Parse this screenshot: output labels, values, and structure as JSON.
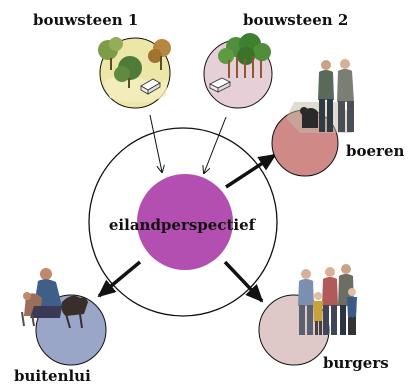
{
  "labels": {
    "building_block_1": "bouwsteen 1",
    "building_block_2": "bouwsteen 2",
    "center": "eilandperspectief",
    "farmers": "boeren",
    "outsiders": "buitenlui",
    "citizens": "burgers"
  },
  "colors": {
    "center_fill": "#b24fb0",
    "block1_fill": "#ece7a6",
    "block2_fill": "#e7cfd7",
    "farmers_fill": "#cf8a88",
    "outsiders_fill": "#9aa6c8",
    "citizens_fill": "#dfc8c8",
    "ring_stroke": "#111111"
  },
  "icons": {
    "block1": "countryside-trees-house-icon",
    "block2": "forest-house-icon",
    "farmers": "farmer-couple-photo-icon",
    "outsiders": "person-with-dog-photo-icon",
    "citizens": "family-group-photo-icon"
  }
}
